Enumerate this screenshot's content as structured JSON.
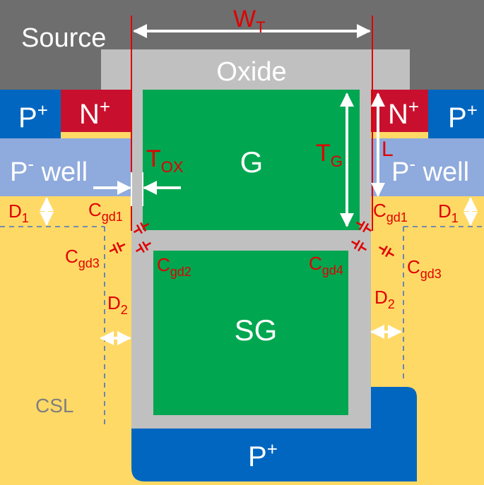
{
  "regions": {
    "source": "Source",
    "oxide": "Oxide",
    "gate": "G",
    "shield_gate": "SG",
    "csl": "CSL",
    "p_plus_left": {
      "base": "P",
      "sup": "+"
    },
    "p_plus_right": {
      "base": "P",
      "sup": "+"
    },
    "p_plus_bottom": {
      "base": "P",
      "sup": "+"
    },
    "n_plus_left": {
      "base": "N",
      "sup": "+"
    },
    "n_plus_right": {
      "base": "N",
      "sup": "+"
    },
    "p_well_left": {
      "base": "P",
      "sup": "-",
      "rest": " well"
    },
    "p_well_right": {
      "base": "P",
      "sup": "-",
      "rest": " well"
    }
  },
  "dimensions": {
    "wt": {
      "base": "W",
      "sub": "T"
    },
    "tox": {
      "base": "T",
      "sub": "OX"
    },
    "tg": {
      "base": "T",
      "sub": "G"
    },
    "l": "L",
    "d1_left": {
      "base": "D",
      "sub": "1"
    },
    "d1_right": {
      "base": "D",
      "sub": "1"
    },
    "d2_left": {
      "base": "D",
      "sub": "2"
    },
    "d2_right": {
      "base": "D",
      "sub": "2"
    }
  },
  "capacitances": {
    "cgd1_left": {
      "base": "C",
      "sub": "gd1"
    },
    "cgd1_right": {
      "base": "C",
      "sub": "gd1"
    },
    "cgd2": {
      "base": "C",
      "sub": "gd2"
    },
    "cgd3_left": {
      "base": "C",
      "sub": "gd3"
    },
    "cgd3_right": {
      "base": "C",
      "sub": "gd3"
    },
    "cgd4": {
      "base": "C",
      "sub": "gd4"
    }
  },
  "colors": {
    "background": "#ffd966",
    "source_metal": "#707070",
    "oxide": "#c0c0c0",
    "poly_gate": "#00a650",
    "n_plus": "#c8102e",
    "p_plus": "#0066c0",
    "p_well": "#8faadc",
    "annotation_red": "#e00000",
    "arrow_white": "#ffffff",
    "csl_text": "#7f7f7f",
    "dashed_line": "#4472c4"
  }
}
